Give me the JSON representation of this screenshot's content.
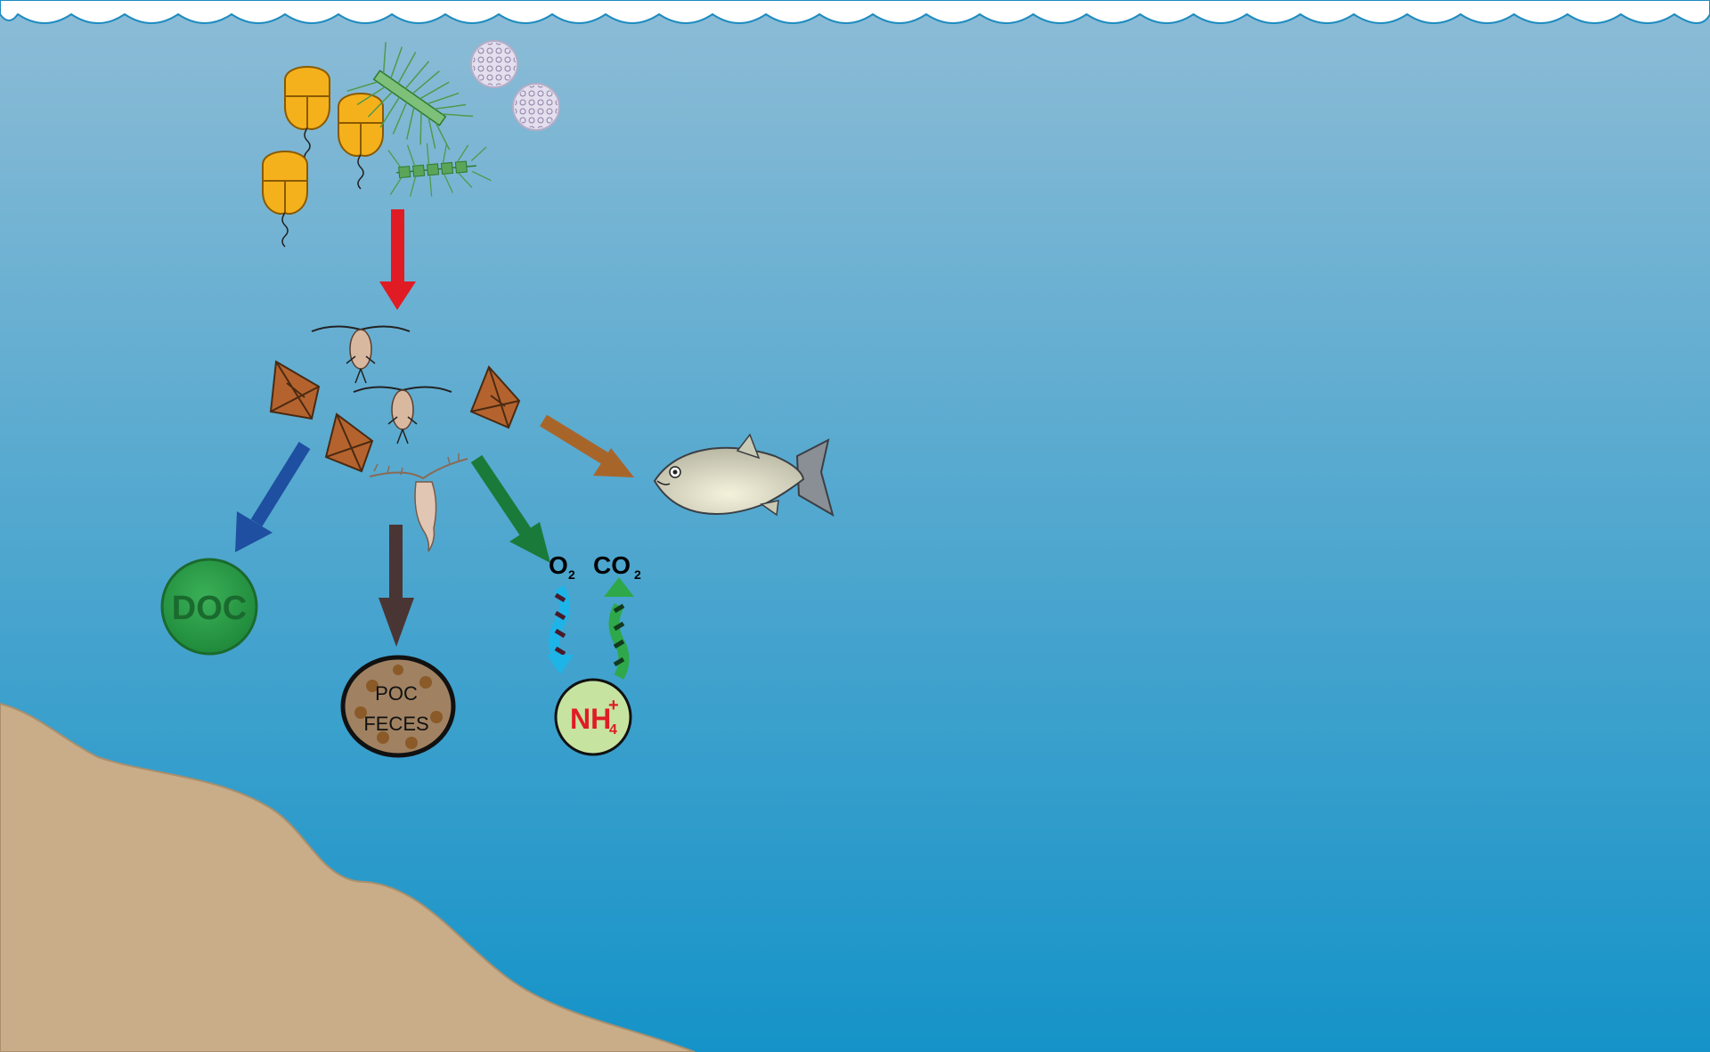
{
  "labels": {
    "doc": "DOC",
    "poc_line1": "POC",
    "poc_line2": "FECES",
    "o2_main": "O",
    "o2_sub": "2",
    "co2_main": "CO",
    "co2_sub": "2",
    "nh4_main": "NH",
    "nh4_sub": "4",
    "nh4_sup": "+"
  },
  "colors": {
    "water_top": "#8dbcd6",
    "water_bottom": "#1593c8",
    "sediment": "#c9ac88",
    "arrow_grazing": "#e01b24",
    "arrow_doc": "#1f4fa0",
    "arrow_poc": "#4a3535",
    "arrow_respiration": "#1a7a3a",
    "arrow_fish": "#a8652a",
    "doc_fill": "#2e9a48",
    "nh4_fill": "#c7e3a0",
    "nh4_text": "#e01b24",
    "poc_fill": "#a08262",
    "dinoflagellate": "#f5b11c"
  },
  "icons": [
    "dinoflagellate-icon",
    "diatom-chain-icon",
    "coccolithophore-icon",
    "copepod-icon",
    "larva-icon",
    "krill-icon",
    "fish-icon"
  ]
}
